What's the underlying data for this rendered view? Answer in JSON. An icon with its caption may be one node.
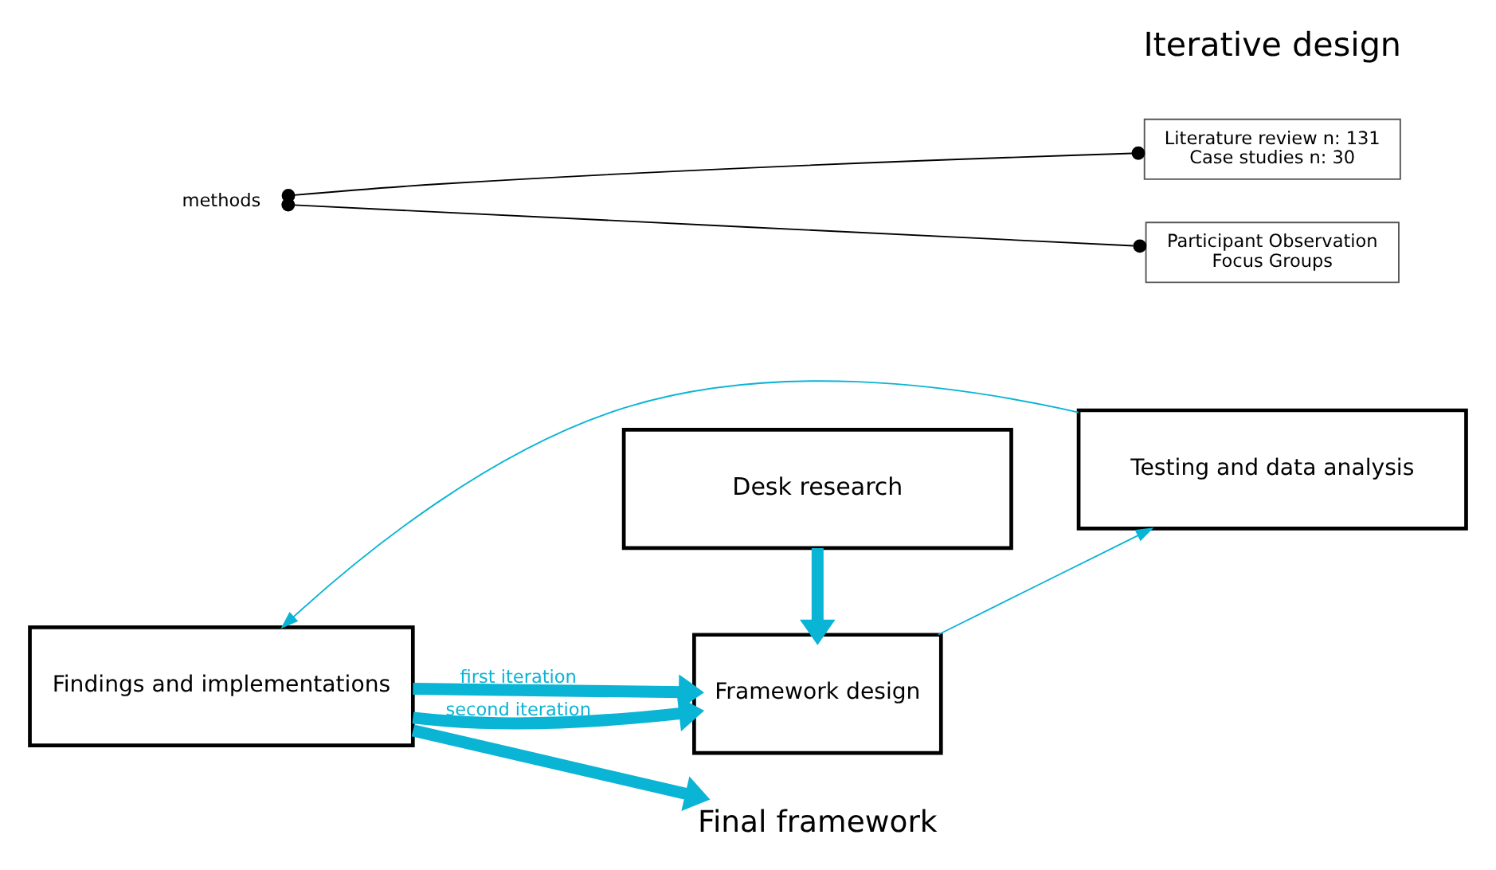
{
  "diagram": {
    "nodes": [
      {
        "text": [
          "Desk research"
        ]
      },
      {
        "text": [
          "Literature review n: 131",
          "Case studies n: 30"
        ]
      },
      {
        "text": [
          "methods"
        ]
      },
      {
        "text": [
          "Framework design"
        ]
      },
      {
        "text": [
          "Testing and data analysis"
        ]
      },
      {
        "text": [
          "Participant Observation",
          "Focus Groups"
        ]
      },
      {
        "text": [
          "Findings and implementations"
        ]
      },
      {
        "text": [
          "Final framework"
        ]
      }
    ],
    "edges": [
      {
        "from": 0,
        "to": 3,
        "arrow": "to",
        "style": "thick"
      },
      {
        "from": 3,
        "to": 4,
        "arrow": "to"
      },
      {
        "from": 4,
        "to": 6,
        "arrow": "to"
      },
      {
        "from": 6,
        "to": 3,
        "arrow": "to",
        "style": "thick",
        "label": "first iteration"
      },
      {
        "from": 6,
        "to": 3,
        "arrow": "to",
        "style": "thick",
        "label": "second iteration"
      },
      {
        "from": 6,
        "to": 7,
        "arrow": "to",
        "style": "thick"
      },
      {
        "from": 2,
        "to": 1,
        "arrow": "other",
        "color": "#000000"
      },
      {
        "from": 2,
        "to": 5,
        "arrow": "other",
        "color": "#000000"
      }
    ],
    "labels": [
      "Iterative design"
    ]
  }
}
